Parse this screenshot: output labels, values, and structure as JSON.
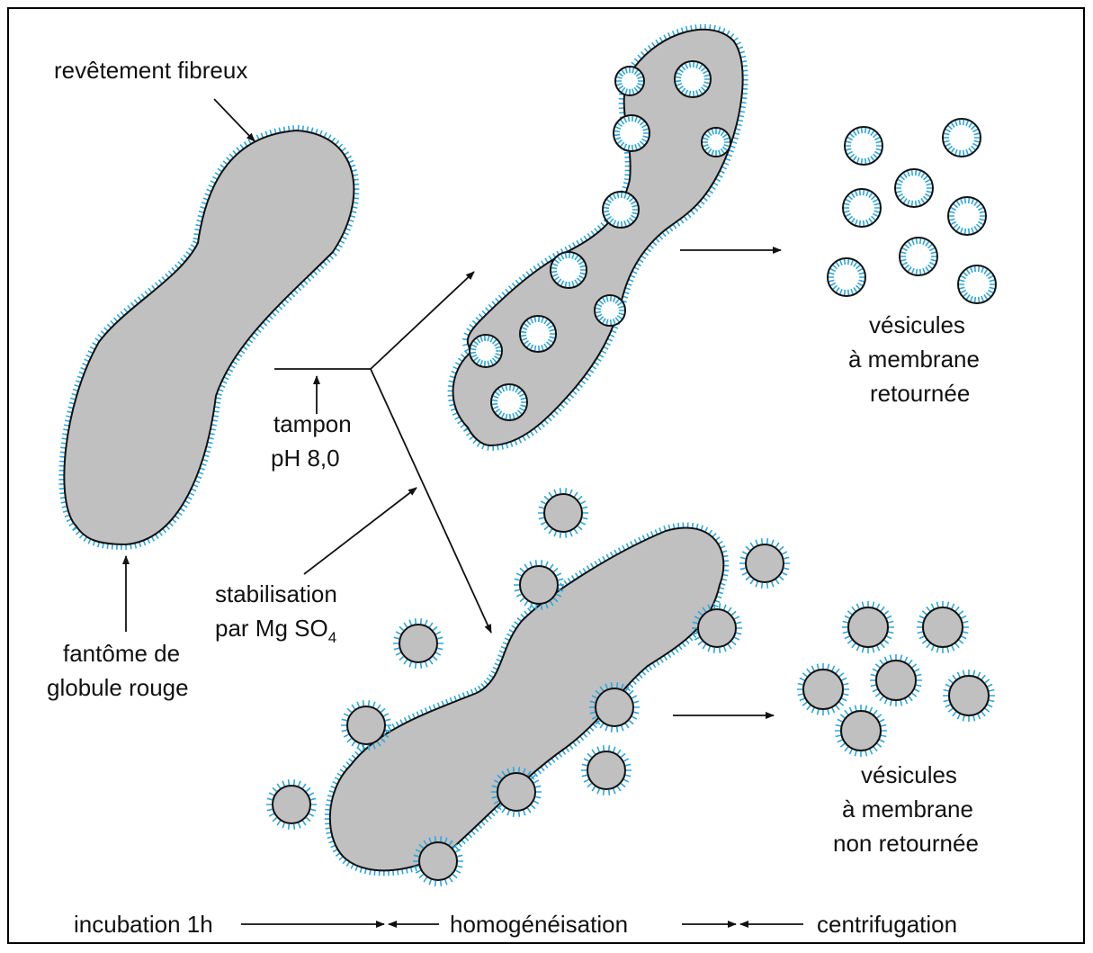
{
  "labels": {
    "fibrous_coat": "revêtement fibreux",
    "ghost_line1": "fantôme de",
    "ghost_line2": "globule rouge",
    "buffer_line1": "tampon",
    "buffer_line2": "pH 8,0",
    "stab_line1": "stabilisation",
    "stab_line2": "par Mg SO",
    "stab_subscript": "4",
    "inverted_line1": "vésicules",
    "inverted_line2": "à membrane",
    "inverted_line3": "retournée",
    "noninverted_line1": "vésicules",
    "noninverted_line2": "à membrane",
    "noninverted_line3": "non retournée"
  },
  "steps": {
    "incubation": "incubation 1h",
    "homogenization": "homogénéisation",
    "centrifugation": "centrifugation"
  },
  "colors": {
    "cell_fill": "#c0c0c0",
    "outline": "#111111",
    "fiber_coat": "#29a8e0",
    "vesicle_inside": "#ffffff"
  }
}
